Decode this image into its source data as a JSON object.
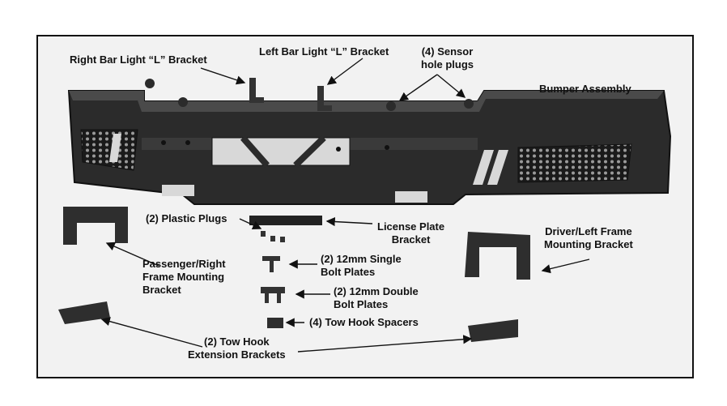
{
  "labels": {
    "right_bar_light": "Right Bar Light “L” Bracket",
    "left_bar_light": "Left Bar Light “L” Bracket",
    "sensor_plugs": "(4) Sensor\nhole plugs",
    "bumper_assembly": "Bumper Assembly",
    "plastic_plugs": "(2) Plastic Plugs",
    "license_plate": "License Plate\nBracket",
    "driver_left": "Driver/Left Frame\nMounting Bracket",
    "passenger_right": "Passenger/Right\nFrame Mounting\nBracket",
    "single_plates": "(2) 12mm Single\nBolt Plates",
    "double_plates": "(2) 12mm Double\nBolt Plates",
    "hook_spacers": "(4) Tow Hook Spacers",
    "tow_hook_brackets": "(2) Tow Hook\nExtension Brackets"
  }
}
